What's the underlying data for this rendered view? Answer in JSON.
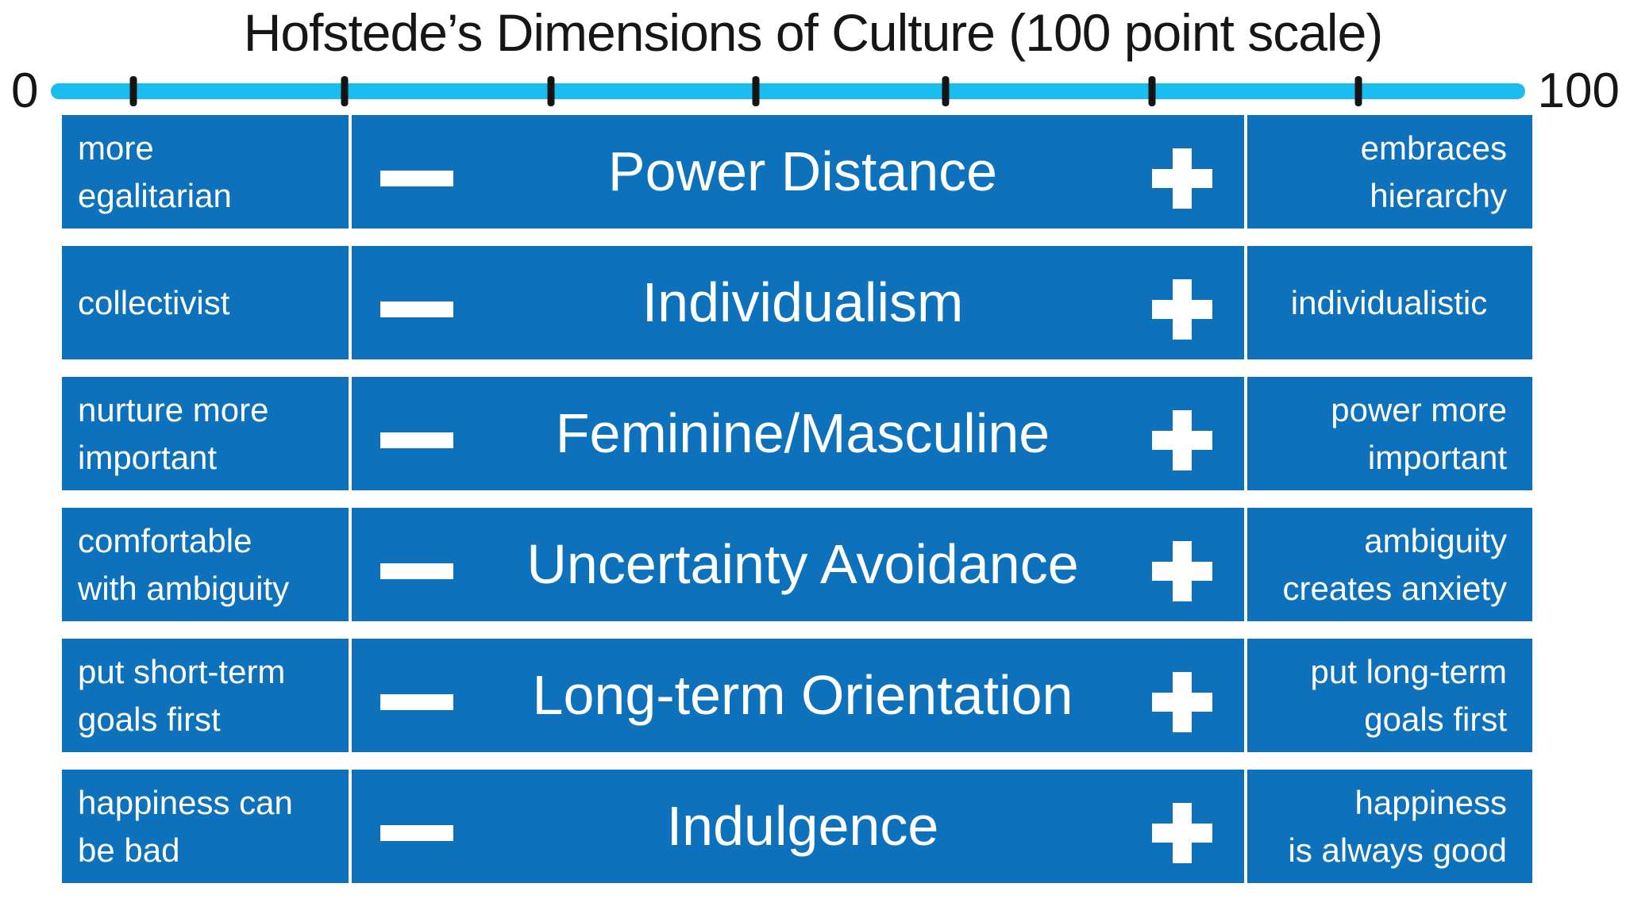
{
  "title": "Hofstede’s Dimensions of Culture (100 point scale)",
  "scale": {
    "min_label": "0",
    "max_label": "100",
    "tick_count": 7,
    "bar_color": "#1BBCEE",
    "tick_color": "#141414"
  },
  "colors": {
    "row_blue": "#0D71BC",
    "scale_cyan": "#1BBCEE",
    "title_black": "#161616",
    "label_white": "#FFFFFF"
  },
  "icons": {
    "minus": "minus-icon",
    "plus": "plus-icon"
  },
  "rows": [
    {
      "left": "more\negalitarian",
      "title": "Power Distance",
      "right": "embraces\nhierarchy"
    },
    {
      "left": "collectivist",
      "title": "Individualism",
      "right": "individualistic"
    },
    {
      "left": "nurture more\nimportant",
      "title": "Feminine/Masculine",
      "right": "power more\nimportant"
    },
    {
      "left": "comfortable\nwith ambiguity",
      "title": "Uncertainty Avoidance",
      "right": "ambiguity\ncreates anxiety"
    },
    {
      "left": "put short-term\ngoals first",
      "title": "Long-term Orientation",
      "right": "put long-term\ngoals first"
    },
    {
      "left": "happiness can\nbe bad",
      "title": "Indulgence",
      "right": "happiness\nis always good"
    }
  ]
}
